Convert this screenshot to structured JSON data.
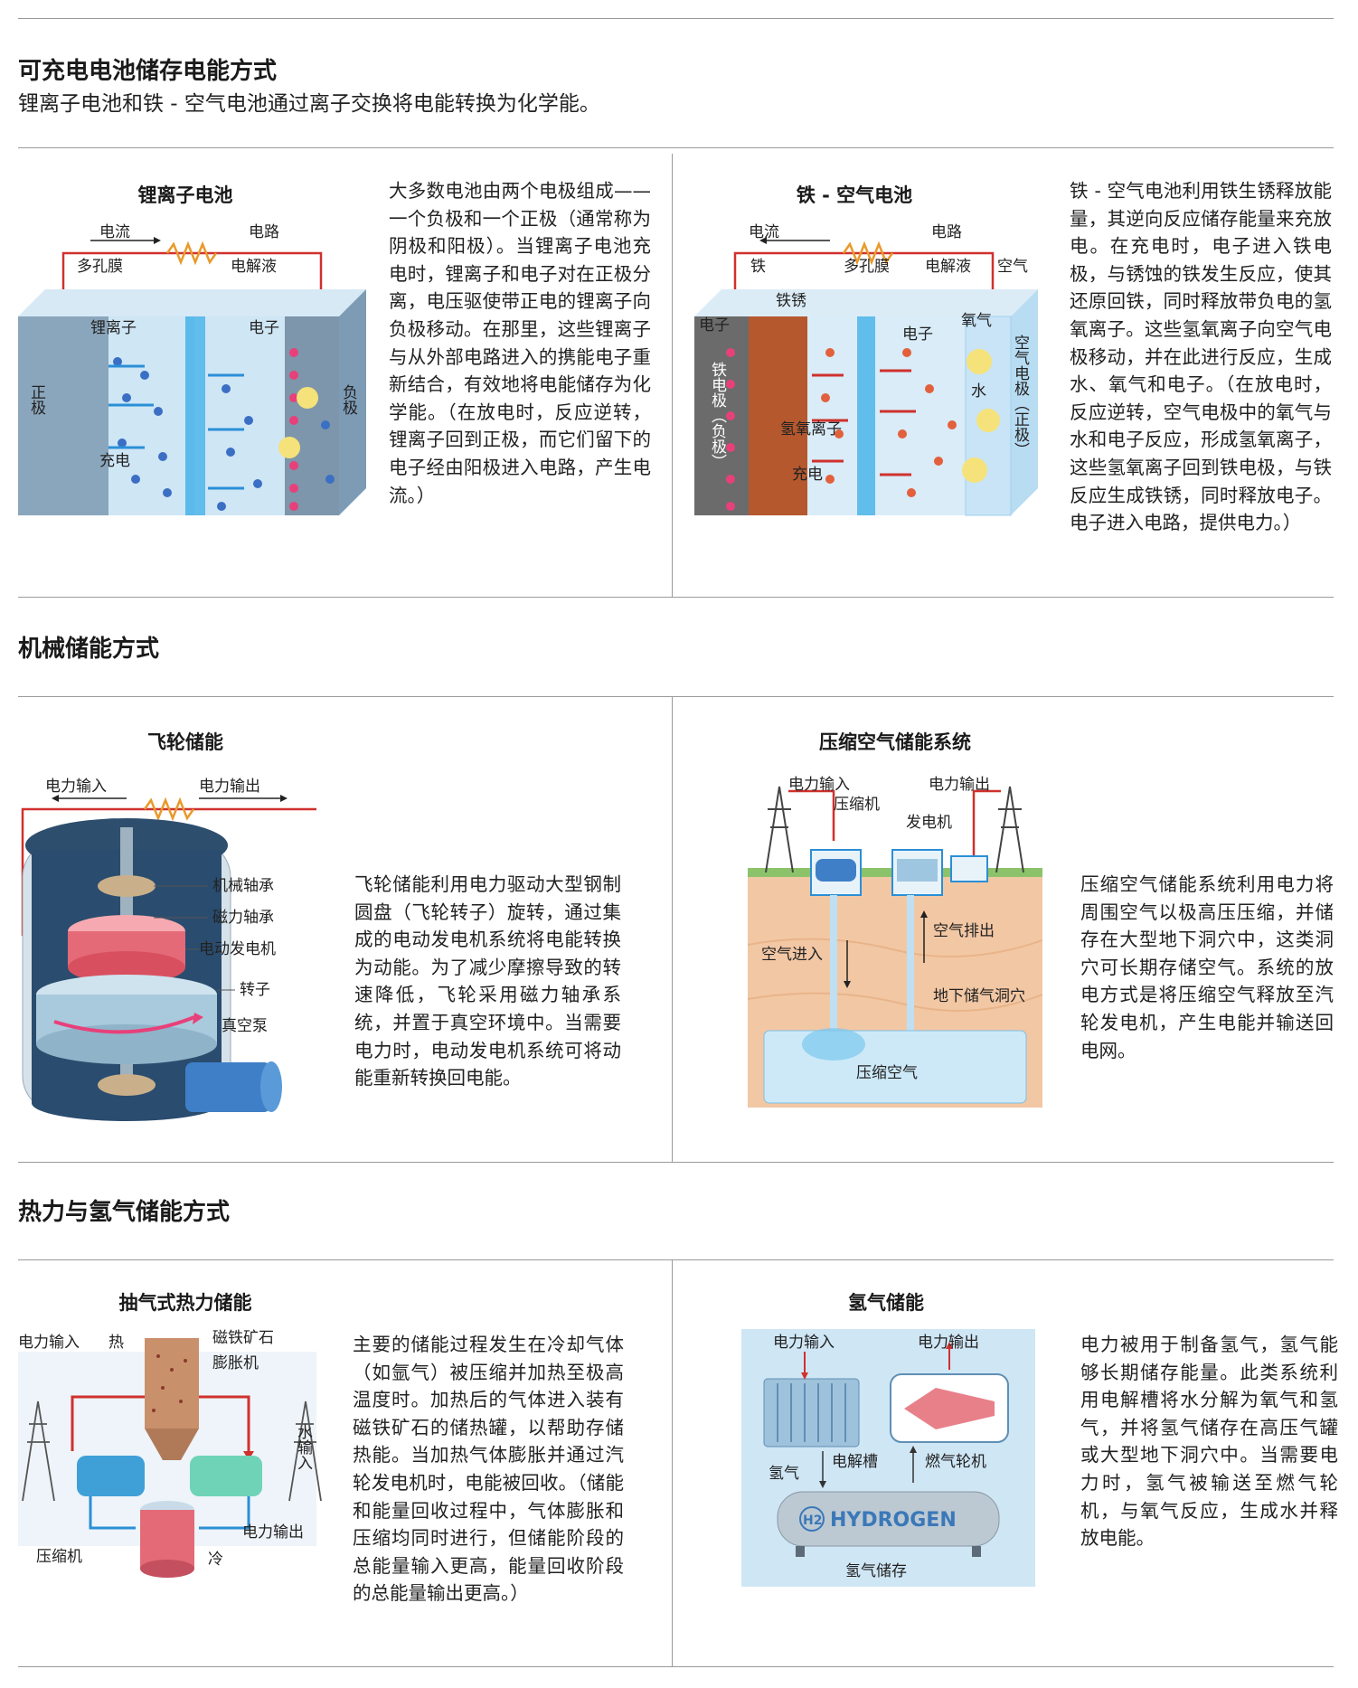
{
  "sections": {
    "battery": {
      "title": "可充电电池储存电能方式",
      "subtitle": "锂离子电池和铁 - 空气电池通过离子交换将电能转换为化学能。"
    },
    "mechanical": {
      "title": "机械储能方式"
    },
    "thermal": {
      "title": "热力与氢气储能方式"
    }
  },
  "panels": {
    "li_ion": {
      "title": "锂离子电池",
      "labels": {
        "current": "电流",
        "circuit": "电路",
        "membrane": "多孔膜",
        "electrolyte": "电解液",
        "li_ion": "锂离子",
        "electron": "电子",
        "cathode": "正极",
        "anode": "负极",
        "charge": "充电"
      },
      "desc": "大多数电池由两个电极组成——一个负极和一个正极（通常称为阴极和阳极）。当锂离子电池充电时，锂离子和电子对在正极分离，电压驱使带正电的锂离子向负极移动。在那里，这些锂离子与从外部电路进入的携能电子重新结合，有效地将电能储存为化学能。（在放电时，反应逆转，锂离子回到正极，而它们留下的电子经由阳极进入电路，产生电流。）"
    },
    "iron_air": {
      "title": "铁 - 空气电池",
      "labels": {
        "current": "电流",
        "circuit": "电路",
        "iron": "铁",
        "membrane": "多孔膜",
        "electrolyte": "电解液",
        "air": "空气",
        "rust": "铁锈",
        "electron_left": "电子",
        "electron_mid": "电子",
        "oxygen": "氧气",
        "water": "水",
        "hydroxide": "氢氧离子",
        "charge": "充电",
        "iron_electrode": "铁电极（负极）",
        "air_electrode": "空气电极（正极）"
      },
      "desc": "铁 - 空气电池利用铁生锈释放能量，其逆向反应储存能量来充放电。在充电时，电子进入铁电极，与锈蚀的铁发生反应，使其还原回铁，同时释放带负电的氢氧离子。这些氢氧离子向空气电极移动，并在此进行反应，生成水、氧气和电子。（在放电时，反应逆转，空气电极中的氧气与水和电子反应，形成氢氧离子，这些氢氧离子回到铁电极，与铁反应生成铁锈，同时释放电子。电子进入电路，提供电力。）"
    },
    "flywheel": {
      "title": "飞轮储能",
      "labels": {
        "power_in": "电力输入",
        "power_out": "电力输出",
        "mech_bearing": "机械轴承",
        "mag_bearing": "磁力轴承",
        "motor_generator": "电动发电机",
        "rotor": "转子",
        "vacuum_pump": "真空泵"
      },
      "desc": "飞轮储能利用电力驱动大型钢制圆盘（飞轮转子）旋转，通过集成的电动发电机系统将电能转换为动能。为了减少摩擦导致的转速降低，飞轮采用磁力轴承系统，并置于真空环境中。当需要电力时，电动发电机系统可将动能重新转换回电能。"
    },
    "caes": {
      "title": "压缩空气储能系统",
      "labels": {
        "power_in": "电力输入",
        "power_out": "电力输出",
        "compressor": "压缩机",
        "generator": "发电机",
        "air_out": "空气排出",
        "air_in": "空气进入",
        "cavern": "地下储气洞穴",
        "compressed_air": "压缩空气"
      },
      "desc": "压缩空气储能系统利用电力将周围空气以极高压压缩，并储存在大型地下洞穴中，这类洞穴可长期存储空气。系统的放电方式是将压缩空气释放至汽轮发电机，产生电能并输送回电网。"
    },
    "thermal": {
      "title": "抽气式热力储能",
      "labels": {
        "power_in": "电力输入",
        "heat": "热",
        "magnetite": "磁铁矿石",
        "expander": "膨胀机",
        "water_in": "水输入",
        "power_out": "电力输出",
        "compressor": "压缩机",
        "cold": "冷"
      },
      "desc": "主要的储能过程发生在冷却气体（如氩气）被压缩并加热至极高温度时。加热后的气体进入装有磁铁矿石的储热罐，以帮助存储热能。当加热气体膨胀并通过汽轮发电机时，电能被回收。（储能和能量回收过程中，气体膨胀和压缩均同时进行，但储能阶段的总能量输入更高，能量回收阶段的总能量输出更高。）"
    },
    "hydrogen": {
      "title": "氢气储能",
      "labels": {
        "power_in": "电力输入",
        "power_out": "电力输出",
        "hydrogen_gas": "氢气",
        "electrolyzer": "电解槽",
        "gas_turbine": "燃气轮机",
        "tank_text": "HYDROGEN",
        "h2": "H2",
        "storage": "氢气储存"
      },
      "desc": "电力被用于制备氢气，氢气能够长期储存能量。此类系统利用电解槽将水分解为氧气和氢气，并将氢气储存在高压气罐或大型地下洞穴中。当需要电力时，氢气被输送至燃气轮机，与氧气反应，生成水并释放电能。"
    }
  },
  "colors": {
    "wire": "#d0312d",
    "arrow_blue": "#2b8fd6",
    "ion_blue": "#3b6fc4",
    "electron_pink": "#e8407a",
    "rust": "#b5582e",
    "sky": "#cfe6f5",
    "soil": "#f2c7a4"
  }
}
